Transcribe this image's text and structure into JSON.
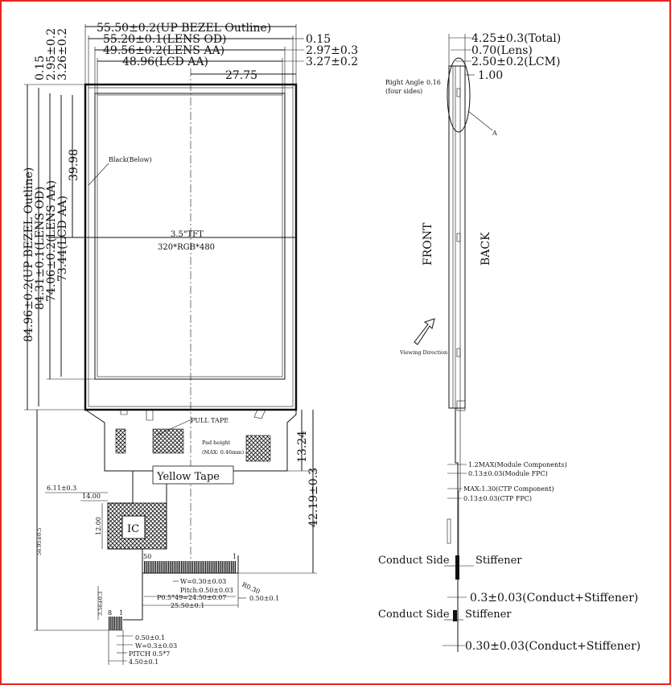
{
  "frame": {
    "border_color": "#e8261d"
  },
  "top_dims": {
    "bezel": "55.50±0.2(UP BEZEL Outline)",
    "lens_od": "55.20±0.1(LENS OD)",
    "lens_aa": "49.56±0.2(LENS AA)",
    "lcd_aa": "48.96(LCD AA)",
    "half": "27.75",
    "r015": "0.15",
    "r297": "2.97±0.3",
    "r327": "3.27±0.2"
  },
  "left_dims": {
    "d015": "0.15",
    "d295": "2.95±0.2",
    "d326": "3.26±0.2",
    "bezel": "84.96±0.2(UP BEZEL Outline)",
    "lens_od": "84.31±0.1(LENS OD)",
    "lens_aa": "74.06±0.2(LENS AA)",
    "lcd_aa": "73.44(LCD AA)",
    "half": "39.98",
    "fpc_total": "56.95±0.5",
    "fpc_small": "3.56±0.3"
  },
  "screen": {
    "black_label": "Black(Below)",
    "type": "3.5\"TFT",
    "resolution": "320*RGB*480"
  },
  "fpc": {
    "pull_tape": "PULL TAPE",
    "pad_height": "Pad height",
    "pad_max": "(MAX: 0.46mm)",
    "yellow_tape": "Yellow Tape",
    "ic": "IC",
    "dim_611": "6.11±0.3",
    "dim_14": "14.00",
    "dim_12": "12.00",
    "dim_1324": "13.24",
    "dim_4219": "42.19±0.3",
    "pin50": "50",
    "pin1": "1",
    "angle": "R0.30",
    "w": "W=0.30±0.03",
    "pitch": "Pitch:0.50±0.03",
    "p05x49": "P0.5*49=24.50±0.07",
    "d050": "0.50±0.1",
    "d2550": "25.50±0.1",
    "pin8": "8",
    "pin1b": "1",
    "s050": "0.50±0.1",
    "sw": "W=0.3±0.03",
    "spitch": "PITCH 0.5*7",
    "s450": "4.50±0.1"
  },
  "side": {
    "total": "4.25±0.3(Total)",
    "lens": "0.70(Lens)",
    "lcm": "2.50±0.2(LCM)",
    "r100": "1.00",
    "right_angle": "Right Angle",
    "right_angle_val": "0.16",
    "four_sides": "(four sides)",
    "detail": "A",
    "front": "FRONT",
    "back": "BACK",
    "viewing": "Viewing Direction",
    "m12": "1.2MAX(Module Components)",
    "m013": "0.13±0.03(Module FPC)",
    "ctp_max": "MAX:1.30(CTP Component)",
    "ctp_fpc": "0.13±0.03(CTP  FPC)",
    "conduct1": "Conduct Side",
    "stiff1": "Stiffener",
    "thick1": "0.3±0.03(Conduct+Stiffener)",
    "conduct2": "Conduct Side",
    "stiff2": "Stiffener",
    "thick2": "0.30±0.03(Conduct+Stiffener)"
  }
}
